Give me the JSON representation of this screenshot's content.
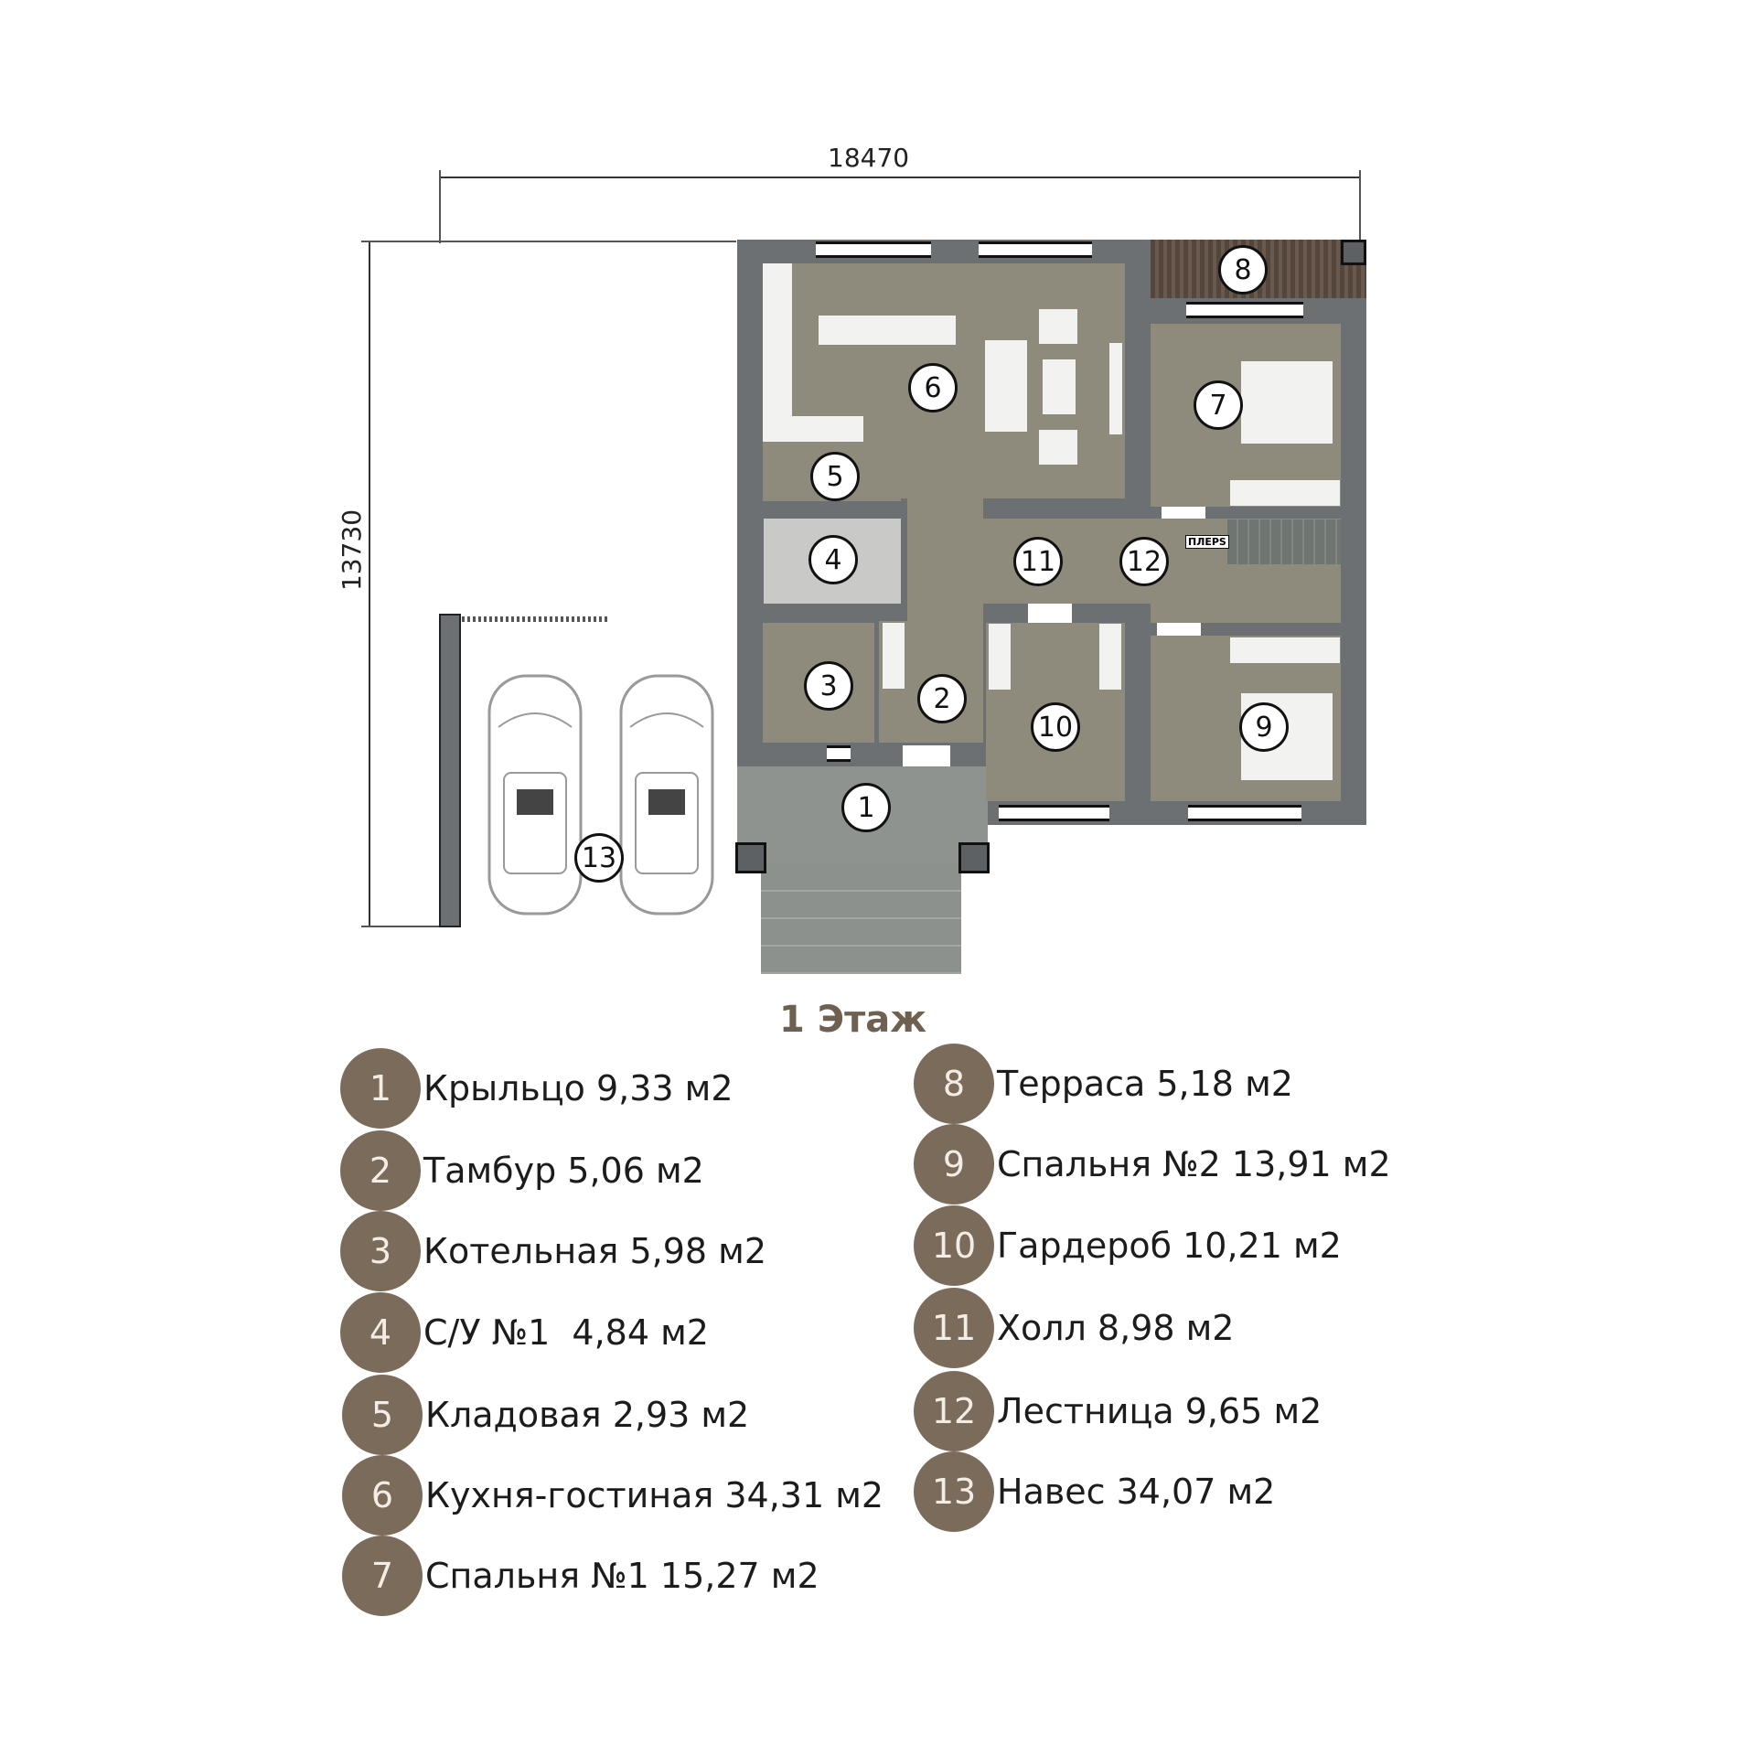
{
  "dimensions": {
    "width": "18470",
    "height": "13730"
  },
  "plan": {
    "title": "1 Этаж",
    "stair_label": "ПЛЕРS",
    "room_numbers": [
      "1",
      "2",
      "3",
      "4",
      "5",
      "6",
      "7",
      "8",
      "9",
      "10",
      "11",
      "12",
      "13"
    ]
  },
  "legend": [
    {
      "num": "1",
      "label": "Крыльцо 9,33 м2"
    },
    {
      "num": "2",
      "label": "Тамбур 5,06 м2"
    },
    {
      "num": "3",
      "label": "Котельная 5,98 м2"
    },
    {
      "num": "4",
      "label": "С/У №1  4,84 м2"
    },
    {
      "num": "5",
      "label": "Кладовая 2,93 м2"
    },
    {
      "num": "6",
      "label": "Кухня-гостиная 34,31 м2"
    },
    {
      "num": "7",
      "label": "Спальня №1 15,27 м2"
    },
    {
      "num": "8",
      "label": "Терраса 5,18 м2"
    },
    {
      "num": "9",
      "label": "Спальня №2 13,91 м2"
    },
    {
      "num": "10",
      "label": "Гардероб 10,21 м2"
    },
    {
      "num": "11",
      "label": "Холл 8,98 м2"
    },
    {
      "num": "12",
      "label": "Лестница 9,65 м2"
    },
    {
      "num": "13",
      "label": "Навес 34,07 м2"
    }
  ],
  "colors": {
    "wall": "#6c7073",
    "floor": "#8e8a7c",
    "legend_circle": "#7b6b5b",
    "title": "#6f6152",
    "terrace": "#54463d"
  }
}
